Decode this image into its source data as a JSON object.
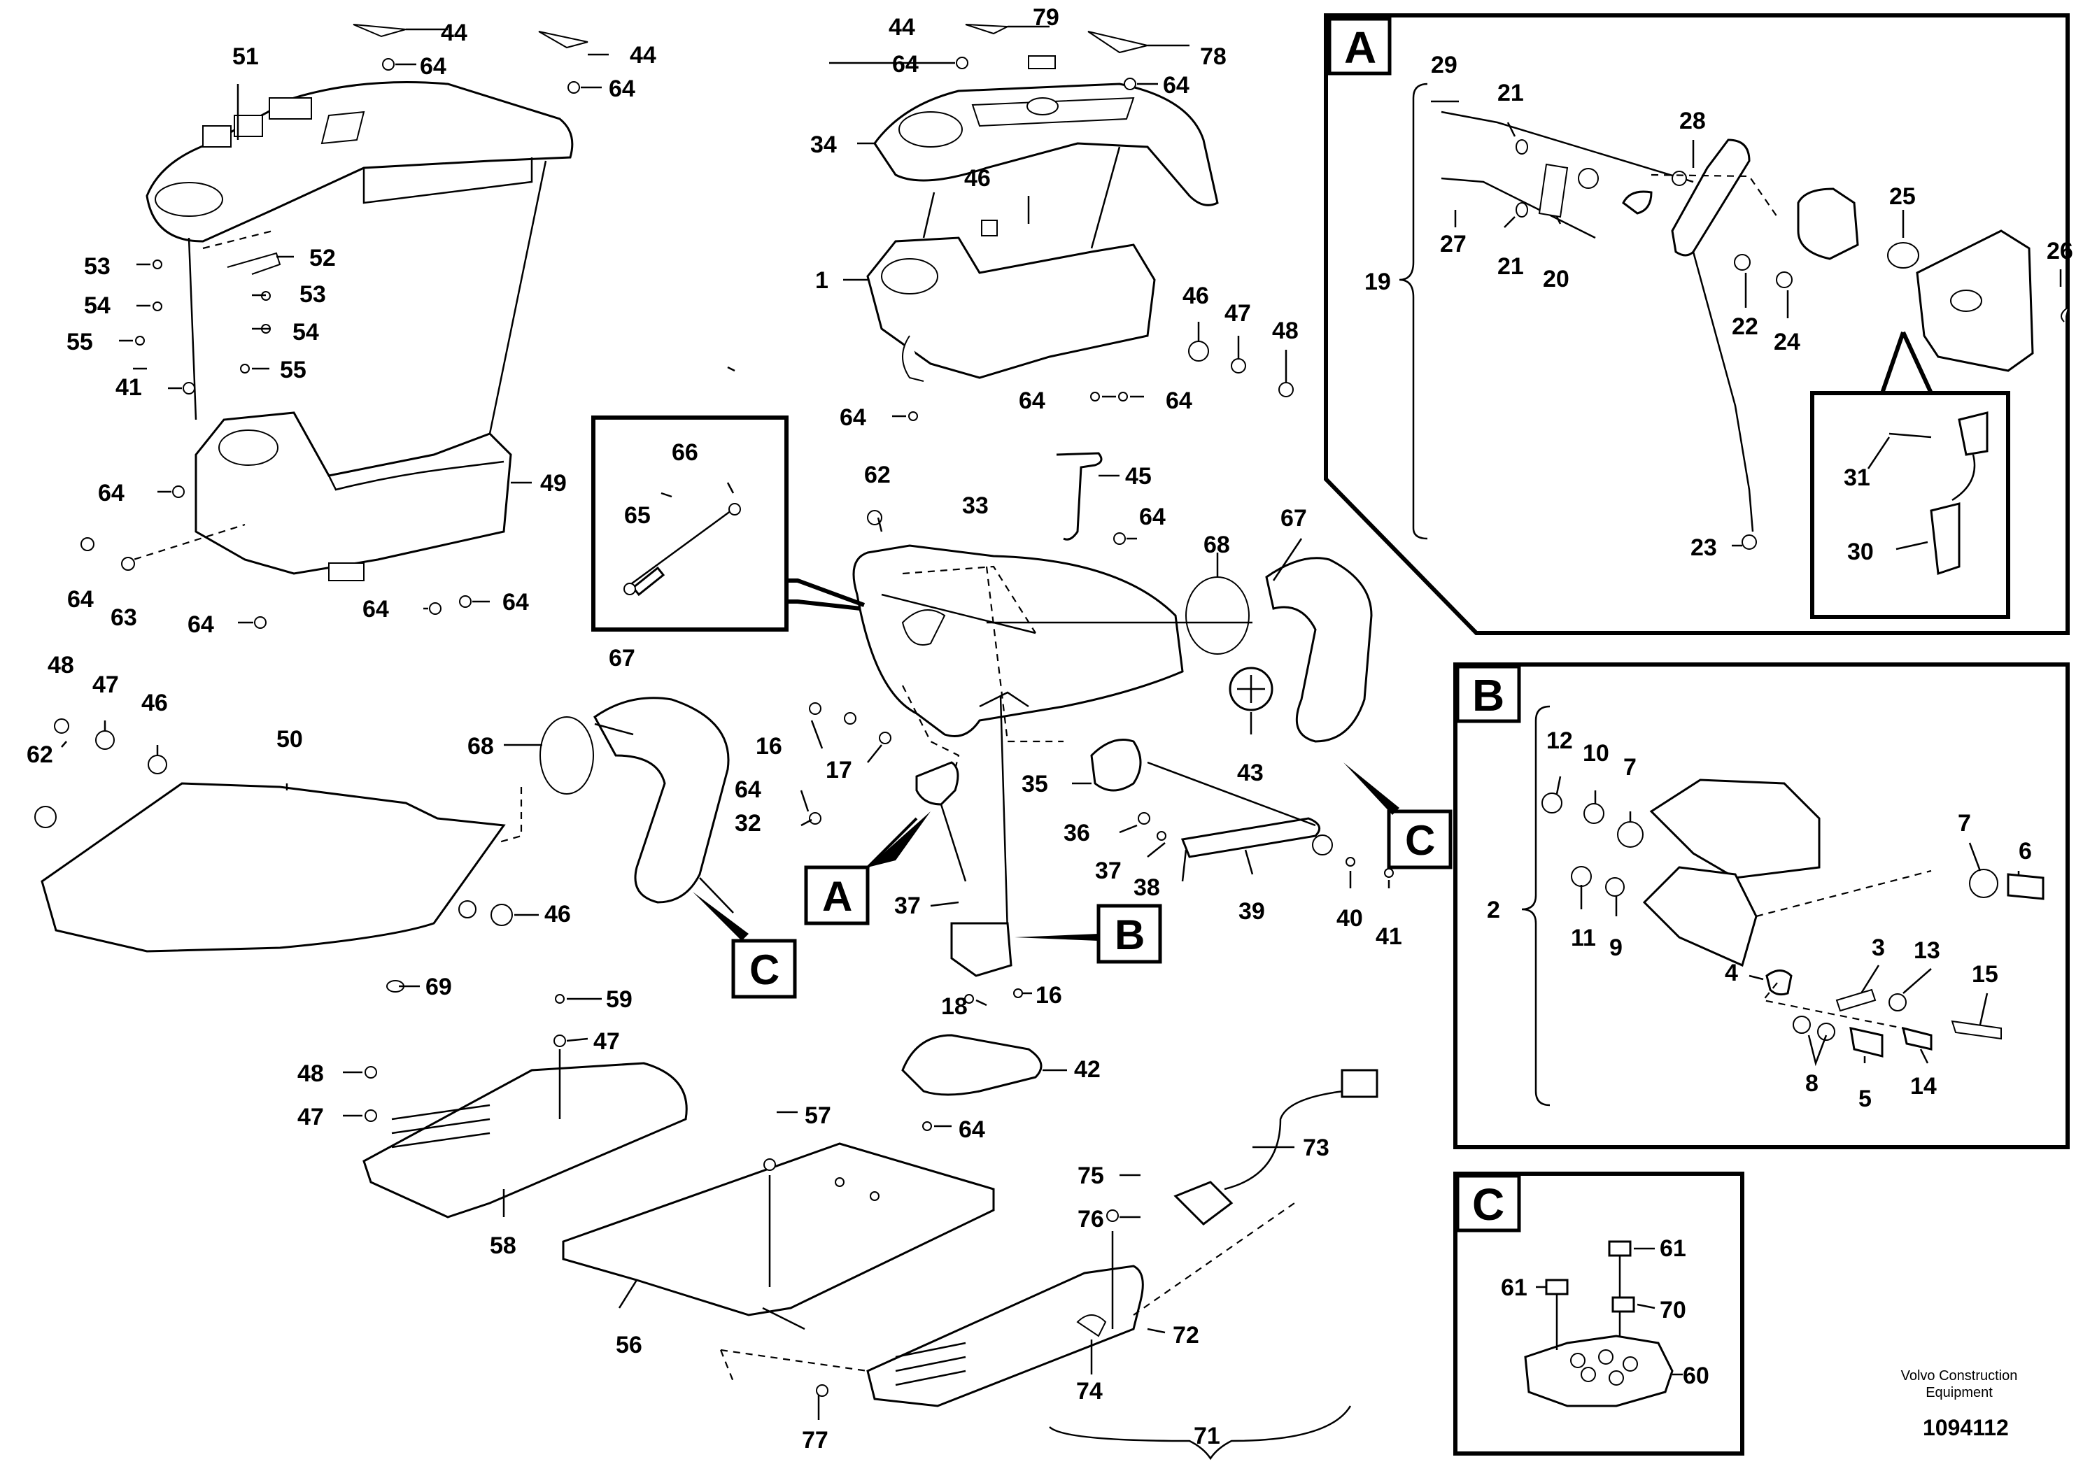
{
  "labels": {
    "l1": "1",
    "l2": "2",
    "l3": "3",
    "l4": "4",
    "l5": "5",
    "l6": "6",
    "l7": "7",
    "l8": "8",
    "l9": "9",
    "l10": "10",
    "l11": "11",
    "l12": "12",
    "l13": "13",
    "l14": "14",
    "l15": "15",
    "l16": "16",
    "l17": "17",
    "l18": "18",
    "l19": "19",
    "l20": "20",
    "l21": "21",
    "l22": "22",
    "l23": "23",
    "l24": "24",
    "l25": "25",
    "l26": "26",
    "l27": "27",
    "l28": "28",
    "l29": "29",
    "l30": "30",
    "l31": "31",
    "l32": "32",
    "l33": "33",
    "l34": "34",
    "l35": "35",
    "l36": "36",
    "l37": "37",
    "l38": "38",
    "l39": "39",
    "l40": "40",
    "l41": "41",
    "l42": "42",
    "l43": "43",
    "l44": "44",
    "l45": "45",
    "l46": "46",
    "l47": "47",
    "l48": "48",
    "l49": "49",
    "l50": "50",
    "l51": "51",
    "l52": "52",
    "l53": "53",
    "l54": "54",
    "l55": "55",
    "l56": "56",
    "l57": "57",
    "l58": "58",
    "l59": "59",
    "l60": "60",
    "l61": "61",
    "l62": "62",
    "l63": "63",
    "l64": "64",
    "l65": "65",
    "l66": "66",
    "l67": "67",
    "l68": "68",
    "l69": "69",
    "l70": "70",
    "l71": "71",
    "l72": "72",
    "l73": "73",
    "l74": "74",
    "l75": "75",
    "l76": "76",
    "l77": "77",
    "l78": "78",
    "l79": "79"
  },
  "insets": {
    "a": "A",
    "b": "B",
    "c": "C"
  },
  "footer": {
    "brand": "Volvo Construction Equipment",
    "doc_number": "1094112"
  }
}
